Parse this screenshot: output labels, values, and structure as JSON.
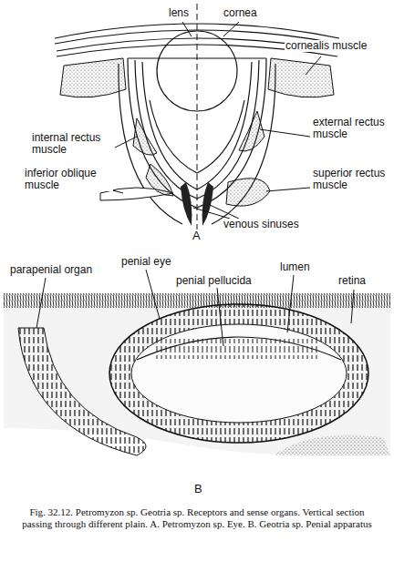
{
  "diagram": {
    "caption": "Fig. 32.12. Petromyzon sp. Geotria sp. Receptors and sense organs. Vertical section passing through different plain. A. Petromyzon sp. Eye. B. Geotria sp. Penial apparatus",
    "labels": [
      "lens",
      "cornea",
      "cornealis muscle",
      "internal rectus muscle",
      "external rectus muscle",
      "inferior oblique muscle",
      "superior rectus muscle",
      "venous sinuses",
      "A",
      "parapenial organ",
      "penial eye",
      "penial pellucida",
      "lumen",
      "retina",
      "B"
    ]
  }
}
